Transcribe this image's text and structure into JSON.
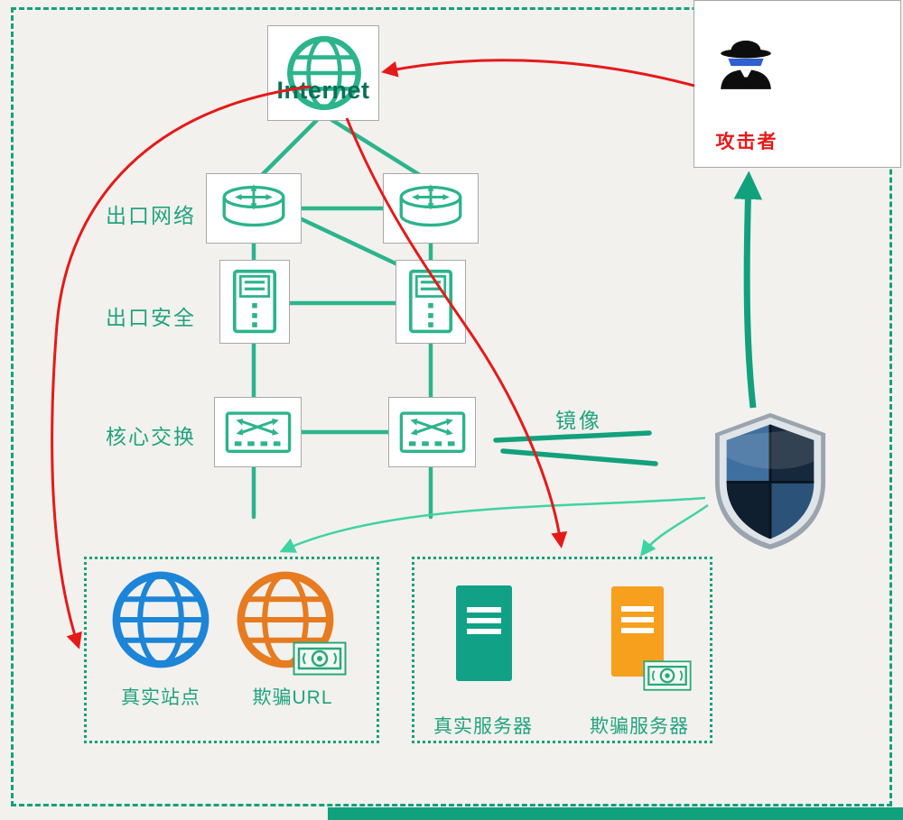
{
  "colors": {
    "bg": "#f2f1ee",
    "teal": "#2cb48c",
    "teal_dark": "#12a17d",
    "teal_light": "#3ed3a3",
    "text_green": "#21a37f",
    "internet_text": "#0b6f58",
    "red": "#e51a18",
    "blue": "#1c85d8",
    "orange": "#e67b20",
    "server_teal": "#10a187",
    "server_orange": "#f6a01e",
    "node_border": "#a8a8a8",
    "node_bg": "#ffffff",
    "shield_tl": "#3f6f9f",
    "shield_tr": "#16283c",
    "shield_bl": "#0f1f30",
    "shield_br": "#2b5379",
    "badge_green": "#2aa87c",
    "spy_black": "#0d0d0d",
    "spy_glasses": "#2f5fd0"
  },
  "nodes": {
    "internet": {
      "label": "Internet",
      "icon": "globe-icon"
    },
    "attacker": {
      "label": "攻击者",
      "icon": "spy-icon"
    },
    "shield": {
      "icon": "shield-icon"
    }
  },
  "rows": [
    {
      "id": "exit-network",
      "label": "出口网络"
    },
    {
      "id": "exit-security",
      "label": "出口安全"
    },
    {
      "id": "core-switch",
      "label": "核心交换"
    }
  ],
  "mirror": {
    "label": "镜像"
  },
  "site_group": {
    "real_site": {
      "label": "真实站点",
      "icon": "globe-icon-blue"
    },
    "fake_url": {
      "label": "欺骗URL",
      "icon": "globe-icon-orange",
      "badge": "money-badge-icon"
    }
  },
  "server_group": {
    "real_server": {
      "label": "真实服务器",
      "icon": "server-icon-teal"
    },
    "fake_server": {
      "label": "欺骗服务器",
      "icon": "server-icon-orange",
      "badge": "money-badge-icon"
    }
  }
}
